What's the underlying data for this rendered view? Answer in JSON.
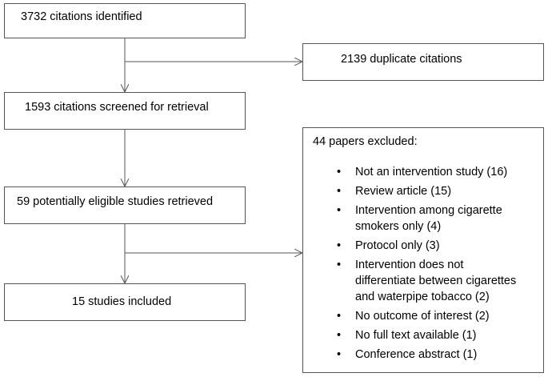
{
  "diagram": {
    "identified": "3732 citations identified",
    "duplicates": "2139 duplicate citations",
    "screened": "1593 citations screened for retrieval",
    "retrieved": "59 potentially eligible studies retrieved",
    "included": "15 studies included",
    "excluded": {
      "title": "44 papers excluded:",
      "bullet": "•",
      "reasons": [
        {
          "lines": [
            "Not an intervention study (16)"
          ]
        },
        {
          "lines": [
            "Review article (15)"
          ]
        },
        {
          "lines": [
            "Intervention among cigarette",
            "smokers only (4)"
          ]
        },
        {
          "lines": [
            "Protocol only (3)"
          ]
        },
        {
          "lines": [
            "Intervention does not",
            "differentiate between cigarettes",
            "and waterpipe tobacco (2)"
          ]
        },
        {
          "lines": [
            "No outcome of interest (2)"
          ]
        },
        {
          "lines": [
            "No full text available (1)"
          ]
        },
        {
          "lines": [
            "Conference abstract (1)"
          ]
        }
      ]
    }
  },
  "colors": {
    "border": "#555555",
    "arrow": "#555555",
    "text": "#000000"
  }
}
